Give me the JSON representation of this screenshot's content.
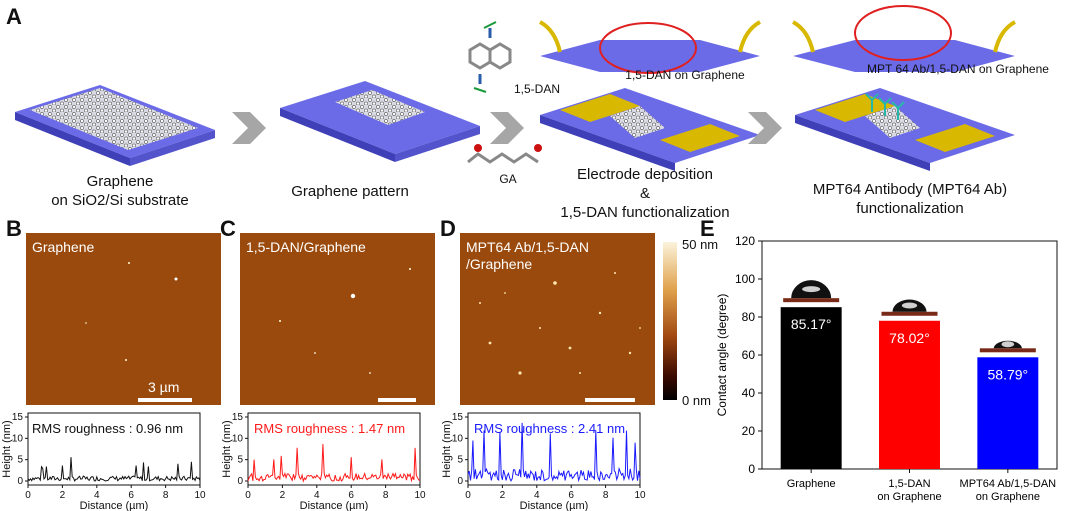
{
  "panels": {
    "A": "A",
    "B": "B",
    "C": "C",
    "D": "D",
    "E": "E"
  },
  "panelA": {
    "step1_line1": "Graphene",
    "step1_line2": "on SiO2/Si substrate",
    "step2": "Graphene pattern",
    "mol1": "1,5-DAN",
    "mol2": "GA",
    "inset3": "1,5-DAN on Graphene",
    "step3_line1": "Electrode deposition",
    "step3_line2": "&",
    "step3_line3": "1,5-DAN functionalization",
    "inset4": "MPT 64 Ab/1,5-DAN on Graphene",
    "step4_line1": "MPT64 Antibody (MPT64 Ab)",
    "step4_line2": "functionalization"
  },
  "afm": {
    "B_label": "Graphene",
    "C_label": "1,5-DAN/Graphene",
    "D_label_line1": "MPT64 Ab/1,5-DAN",
    "D_label_line2": "/Graphene",
    "scale_label": "3 µm",
    "colorbar_top": "50 nm",
    "colorbar_bottom": "0 nm"
  },
  "profiles": {
    "B": {
      "label": "RMS roughness : 0.96 nm",
      "color": "#111111",
      "rms": 0.96
    },
    "C": {
      "label": "RMS roughness : 1.47 nm",
      "color": "#ff1a1a",
      "rms": 1.47
    },
    "D": {
      "label": "RMS roughness : 2.41 nm",
      "color": "#1a1aff",
      "rms": 2.41
    },
    "ylabel": "Height (nm)",
    "xlabel": "Distance (µm)",
    "yticks": [
      "0",
      "5",
      "10",
      "15"
    ],
    "xticks": [
      "0",
      "2",
      "4",
      "6",
      "8",
      "10"
    ]
  },
  "chart_data": {
    "type": "bar",
    "categories": [
      "Graphene",
      "1,5-DAN on Graphene",
      "MPT64 Ab/1,5-DAN on Graphene"
    ],
    "category_lines": [
      [
        "Graphene"
      ],
      [
        "1,5-DAN",
        "on Graphene"
      ],
      [
        "MPT64 Ab/1,5-DAN",
        "on Graphene"
      ]
    ],
    "values": [
      85.17,
      78.02,
      58.79
    ],
    "value_labels": [
      "85.17°",
      "78.02°",
      "58.79°"
    ],
    "colors": [
      "#000000",
      "#ff0000",
      "#0000ff"
    ],
    "ylabel": "Contact angle (degree)",
    "ylim": [
      0,
      120
    ],
    "yticks": [
      0,
      20,
      40,
      60,
      80,
      100,
      120
    ]
  }
}
